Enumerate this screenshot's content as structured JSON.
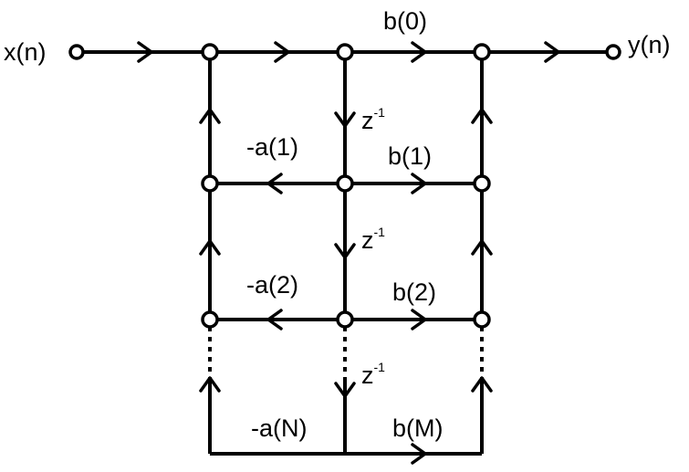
{
  "input_label": "x(n)",
  "output_label": "y(n)",
  "forward_gains": [
    "b(0)",
    "b(1)",
    "b(2)",
    "b(M)"
  ],
  "feedback_gains": [
    "-a(1)",
    "-a(2)",
    "-a(N)"
  ],
  "delay": {
    "base": "z",
    "exponent": "-1"
  }
}
